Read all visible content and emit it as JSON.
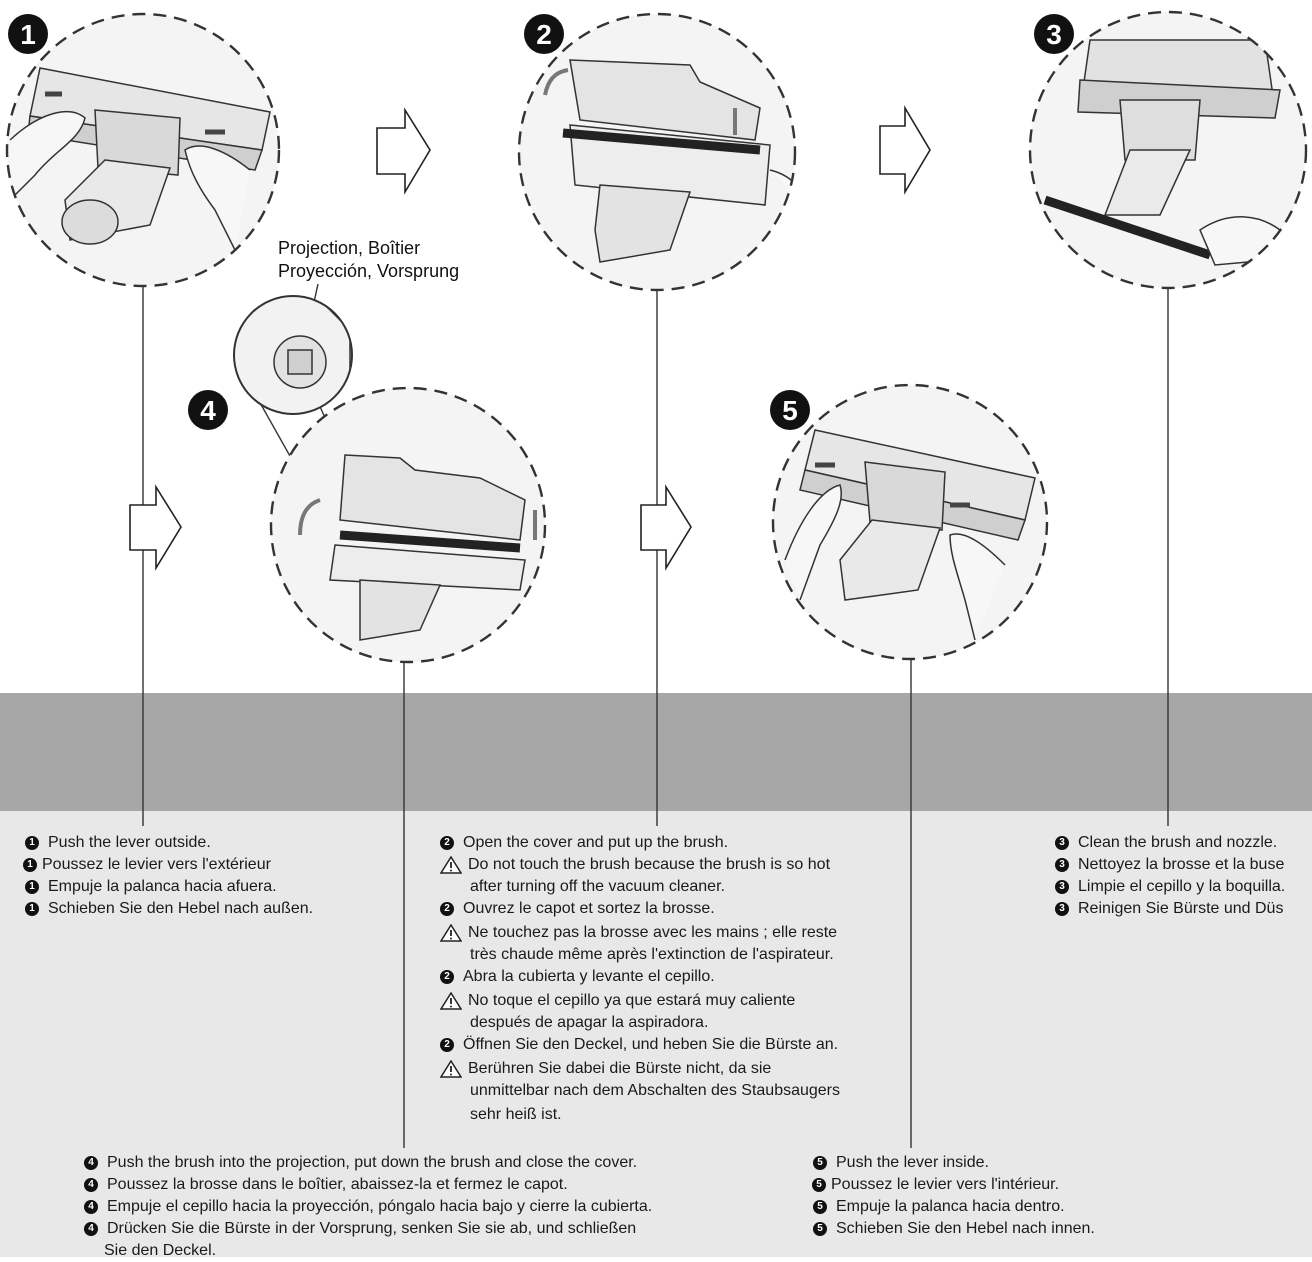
{
  "steps": [
    {
      "number": "1",
      "number_glyph": "➊"
    },
    {
      "number": "2",
      "number_glyph": "➋"
    },
    {
      "number": "3",
      "number_glyph": "➌"
    },
    {
      "number": "4",
      "number_glyph": "➍"
    },
    {
      "number": "5",
      "number_glyph": "➎"
    }
  ],
  "callout": {
    "line1": "Projection, Boîtier",
    "line2": "Proyección, Vorsprung"
  },
  "instructions": {
    "step1": [
      "Push the lever outside.",
      "Poussez le levier vers l'extérieur",
      "Empuje la palanca hacia afuera.",
      "Schieben Sie den Hebel nach außen."
    ],
    "step2": {
      "en": "Open the cover and put up the brush.",
      "en_warning": [
        "Do not touch the brush because the brush is so hot",
        "after turning off the vacuum cleaner."
      ],
      "fr": "Ouvrez le capot et sortez la brosse.",
      "fr_warning": [
        "Ne touchez pas la brosse avec les mains ; elle reste",
        "très chaude même après l'extinction de l'aspirateur."
      ],
      "es": "Abra la cubierta y levante el cepillo.",
      "es_warning": [
        "No toque el cepillo ya que estará muy caliente",
        "después de apagar la aspiradora."
      ],
      "de": "Öffnen Sie den Deckel, und heben Sie die Bürste an.",
      "de_warning": [
        "Berühren Sie dabei die Bürste nicht, da sie",
        "unmittelbar nach dem Abschalten des Staubsaugers",
        "sehr heiß ist."
      ]
    },
    "step3": [
      "Clean the brush and nozzle.",
      "Nettoyez la brosse et la buse",
      "Limpie el cepillo y la boquilla.",
      "Reinigen Sie Bürste und Düs"
    ],
    "step4": [
      "Push the brush into the projection, put down the brush and close the cover.",
      "Poussez la brosse dans le boîtier, abaissez-la et fermez le capot.",
      "Empuje el cepillo hacia la proyección, póngalo hacia bajo y cierre la cubierta.",
      "Drücken Sie die Bürste in der Vorsprung, senken Sie sie ab, und schließen",
      "Sie den Deckel."
    ],
    "step5": [
      "Push the lever inside.",
      "Poussez le levier vers l'intérieur.",
      "Empuje la palanca hacia dentro.",
      "Schieben Sie den Hebel nach innen."
    ]
  },
  "colors": {
    "band_dark": "#a7a7a7",
    "band_light": "#e8e8e8",
    "ink": "#1a1a1a"
  }
}
